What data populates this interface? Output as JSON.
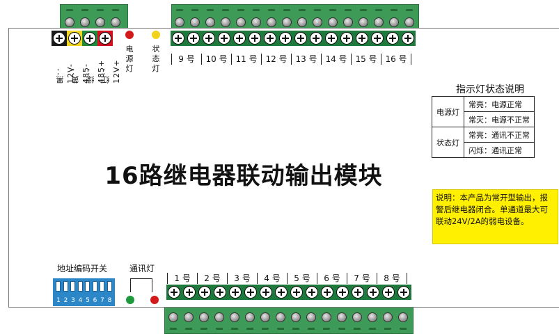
{
  "power_terminals": {
    "pins": [
      {
        "label": "黑：12V-",
        "color": "black"
      },
      {
        "label": "黄：485-",
        "color": "yellow"
      },
      {
        "label": "绿：485+",
        "color": "green"
      },
      {
        "label": "红：12V+",
        "color": "red"
      }
    ]
  },
  "indicators": {
    "power_led": {
      "label": "电源灯",
      "color": "#d31a1a"
    },
    "status_led": {
      "label": "状态灯",
      "color": "#f3d21c"
    }
  },
  "top_channels": [
    "9 号",
    "10 号",
    "11 号",
    "12 号",
    "13 号",
    "14 号",
    "15 号",
    "16 号"
  ],
  "bottom_channels": [
    "1 号",
    "2 号",
    "3 号",
    "4 号",
    "5 号",
    "6 号",
    "7 号",
    "8 号"
  ],
  "title": "16路继电器联动输出模块",
  "legend": {
    "title": "指示灯状态说明",
    "rows": [
      {
        "group": "电源灯",
        "state": "常亮：电源正常"
      },
      {
        "group": "电源灯",
        "state": "常灭：电源不正常"
      },
      {
        "group": "状态灯",
        "state": "常亮：通讯不正常"
      },
      {
        "group": "状态灯",
        "state": "闪烁：通讯正常"
      }
    ]
  },
  "note": "说明：本产品为常开型输出，报警后继电器闭合。单通道最大可联动24V/2A的弱电设备。",
  "dip_switch": {
    "label": "地址编码开关",
    "numbers": [
      "1",
      "2",
      "3",
      "4",
      "5",
      "6",
      "7",
      "8"
    ]
  },
  "comm_led": {
    "label": "通讯灯",
    "colors": [
      "#1e9a3c",
      "#d31a1a"
    ]
  },
  "colors": {
    "terminal_green": "#1d7a3c",
    "note_yellow": "#ffef00",
    "dip_blue": "#2c87c8"
  }
}
